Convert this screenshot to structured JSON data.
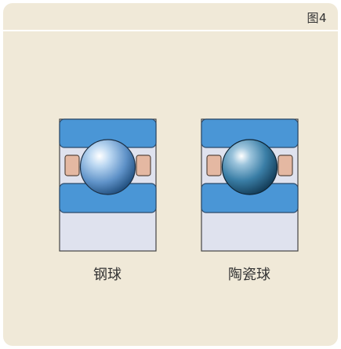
{
  "figure": {
    "label": "图4"
  },
  "bearings": [
    {
      "caption": "钢球",
      "ball": "steel"
    },
    {
      "caption": "陶瓷球",
      "ball": "ceramic"
    }
  ],
  "colors": {
    "background": "#f0e9d8",
    "ring_blue": "#4a96d6",
    "housing": "#dfe2ee",
    "cage": "#e4b8a2",
    "steel_ball": "#7aaee0",
    "ceramic_ball": "#3f7fa6"
  }
}
